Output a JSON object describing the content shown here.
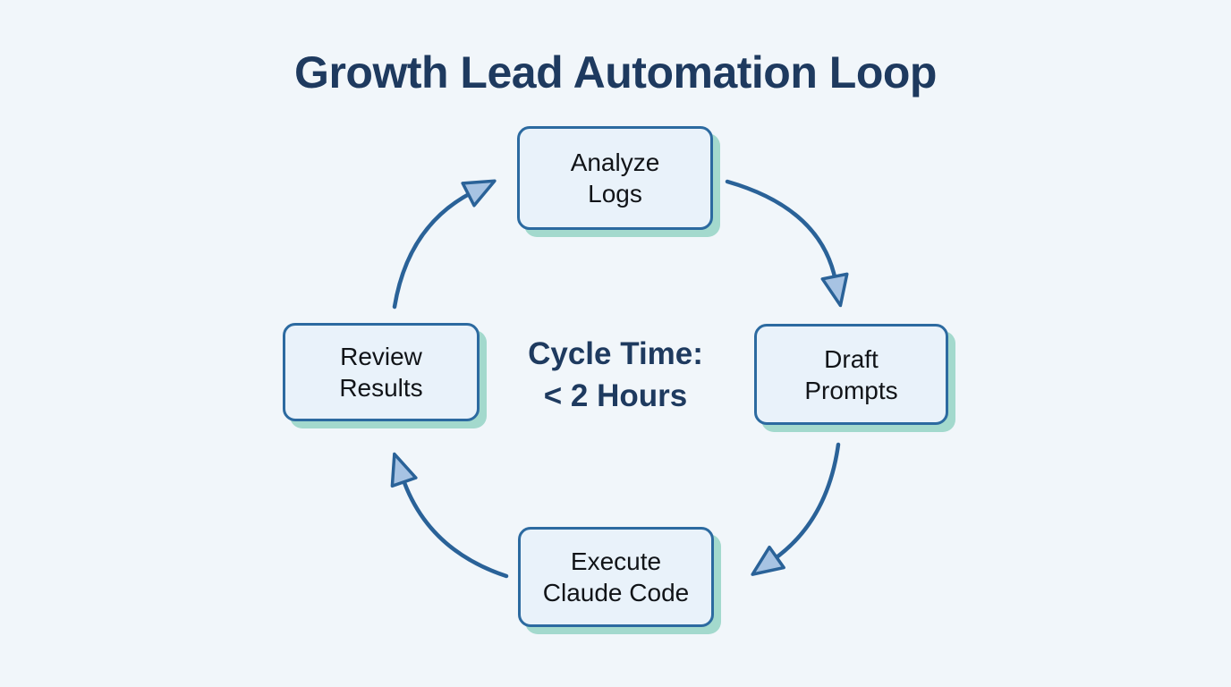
{
  "title": "Growth Lead Automation Loop",
  "center": {
    "line1": "Cycle Time:",
    "line2": "< 2 Hours"
  },
  "nodes": [
    {
      "id": "analyze-logs",
      "line1": "Analyze",
      "line2": "Logs"
    },
    {
      "id": "draft-prompts",
      "line1": "Draft",
      "line2": "Prompts"
    },
    {
      "id": "execute-claude-code",
      "line1": "Execute",
      "line2": "Claude Code"
    },
    {
      "id": "review-results",
      "line1": "Review",
      "line2": "Results"
    }
  ],
  "flow_order": [
    "Analyze Logs",
    "Draft Prompts",
    "Execute Claude Code",
    "Review Results"
  ],
  "colors": {
    "background": "#f1f6fa",
    "box_fill": "#e9f2fa",
    "box_border": "#2c6aa0",
    "box_shadow": "#a3d9cd",
    "arrow": "#2a6298",
    "arrowhead_fill": "#a7c3e3",
    "title_color": "#1e3a5f",
    "text_color": "#111418"
  }
}
